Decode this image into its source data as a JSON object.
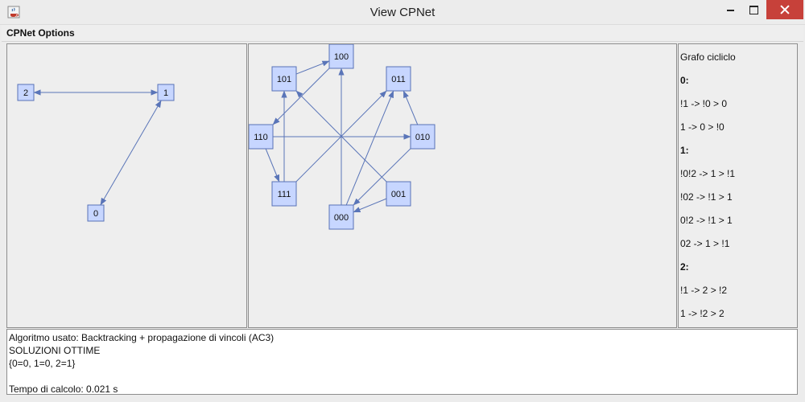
{
  "window": {
    "title": "View CPNet"
  },
  "menu": {
    "items": [
      {
        "label": "CPNet Options"
      }
    ]
  },
  "left_graph": {
    "nodes": [
      {
        "id": "2",
        "label": "2"
      },
      {
        "id": "1",
        "label": "1"
      },
      {
        "id": "0",
        "label": "0"
      }
    ],
    "edges": [
      {
        "from": "1",
        "to": "2",
        "bidirectional": true
      },
      {
        "from": "1",
        "to": "0",
        "bidirectional": true
      }
    ]
  },
  "mid_graph": {
    "nodes": [
      {
        "id": "100",
        "label": "100"
      },
      {
        "id": "101",
        "label": "101"
      },
      {
        "id": "011",
        "label": "011"
      },
      {
        "id": "110",
        "label": "110"
      },
      {
        "id": "010",
        "label": "010"
      },
      {
        "id": "111",
        "label": "111"
      },
      {
        "id": "001",
        "label": "001"
      },
      {
        "id": "000",
        "label": "000"
      }
    ],
    "edges": [
      {
        "from": "101",
        "to": "100"
      },
      {
        "from": "100",
        "to": "110"
      },
      {
        "from": "110",
        "to": "111"
      },
      {
        "from": "111",
        "to": "101"
      },
      {
        "from": "000",
        "to": "100"
      },
      {
        "from": "001",
        "to": "101"
      },
      {
        "from": "110",
        "to": "010"
      },
      {
        "from": "111",
        "to": "011"
      },
      {
        "from": "000",
        "to": "011"
      },
      {
        "from": "010",
        "to": "011"
      },
      {
        "from": "010",
        "to": "000"
      },
      {
        "from": "001",
        "to": "000"
      }
    ]
  },
  "rules_panel": {
    "title": "Grafo cicliclo",
    "lines": [
      {
        "text": "0:",
        "bold": true
      },
      {
        "text": "!1 -> !0 > 0",
        "bold": false
      },
      {
        "text": "1 -> 0 > !0",
        "bold": false
      },
      {
        "text": "1:",
        "bold": true
      },
      {
        "text": "!0!2 -> 1 > !1",
        "bold": false
      },
      {
        "text": "!02 -> !1 > 1",
        "bold": false
      },
      {
        "text": "0!2 -> !1 > 1",
        "bold": false
      },
      {
        "text": "02 -> 1 > !1",
        "bold": false
      },
      {
        "text": "2:",
        "bold": true
      },
      {
        "text": "!1 -> 2 > !2",
        "bold": false
      },
      {
        "text": "1 -> !2 > 2",
        "bold": false
      }
    ]
  },
  "output": {
    "lines": [
      "Algoritmo usato: Backtracking + propagazione di vincoli (AC3)",
      "SOLUZIONI OTTIME",
      "{0=0, 1=0, 2=1}",
      "",
      "Tempo di calcolo: 0.021 s"
    ]
  },
  "colors": {
    "node_fill": "#c7d6ff",
    "node_stroke": "#5872b7",
    "edge": "#5a75b8",
    "close_button": "#c7413a"
  }
}
